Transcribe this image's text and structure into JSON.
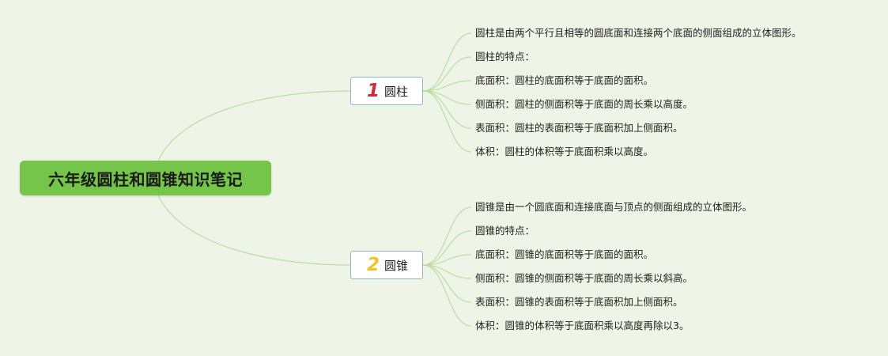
{
  "root": {
    "title": "六年级圆柱和圆锥知识笔记"
  },
  "branches": [
    {
      "number": "1",
      "label": "圆柱",
      "number_color": "#d9263a",
      "leaves": [
        "圆柱是由两个平行且相等的圆底面和连接两个底面的侧面组成的立体图形。",
        "圆柱的特点：",
        "底面积：圆柱的底面积等于底面的面积。",
        "侧面积：圆柱的侧面积等于底面的周长乘以高度。",
        "表面积：圆柱的表面积等于底面积加上侧面积。",
        "体积：圆柱的体积等于底面积乘以高度。"
      ]
    },
    {
      "number": "2",
      "label": "圆锥",
      "number_color": "#f2c12c",
      "leaves": [
        "圆锥是由一个圆底面和连接底面与顶点的侧面组成的立体图形。",
        "圆锥的特点：",
        "底面积：圆锥的底面积等于底面的面积。",
        "侧面积：圆锥的侧面积等于底面的周长乘以斜高。",
        "表面积：圆锥的表面积等于底面积加上侧面积。",
        "体积：圆锥的体积等于底面积乘以高度再除以3。"
      ]
    }
  ],
  "colors": {
    "background": "#eef5e6",
    "root_fill": "#74c54a",
    "branch_border": "#8fb9b6",
    "connector": "#b9dea4"
  }
}
